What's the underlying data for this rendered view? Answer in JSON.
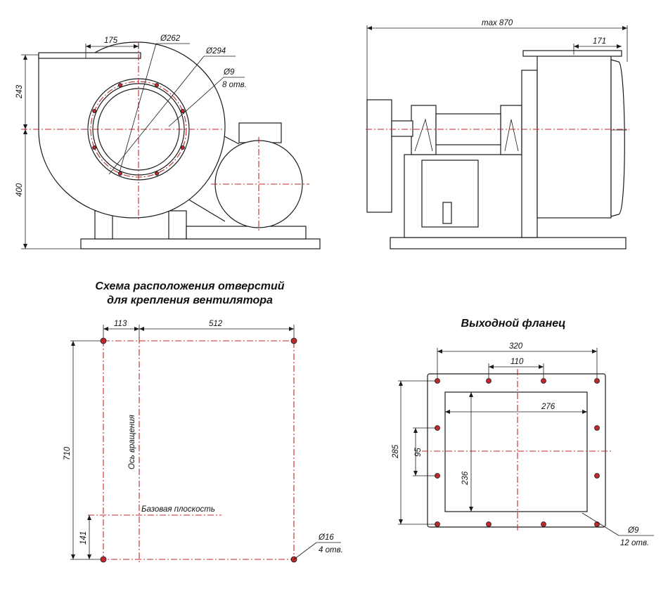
{
  "front_view": {
    "dim_175": "175",
    "dim_d262": "Ø262",
    "dim_d294": "Ø294",
    "dim_d9": "Ø9",
    "dim_d9_count": "8 отв.",
    "dim_243": "243",
    "dim_400": "400"
  },
  "side_view": {
    "dim_max870": "max 870",
    "dim_171": "171"
  },
  "mount_scheme": {
    "title_line1": "Схема расположения отверстий",
    "title_line2": "для крепления вентилятора",
    "dim_113": "113",
    "dim_512": "512",
    "dim_710": "710",
    "dim_141": "141",
    "axis_label": "Ось вращения",
    "base_label": "Базовая плоскость",
    "dim_d16": "Ø16",
    "dim_d16_count": "4 отв."
  },
  "outlet_flange": {
    "title": "Выходной фланец",
    "dim_320": "320",
    "dim_110": "110",
    "dim_276": "276",
    "dim_285": "285",
    "dim_95": "95",
    "dim_236": "236",
    "dim_d9": "Ø9",
    "dim_d9_count": "12 отв."
  },
  "colors": {
    "axis_line": "#c0282d",
    "outline": "#1a1a1a"
  }
}
